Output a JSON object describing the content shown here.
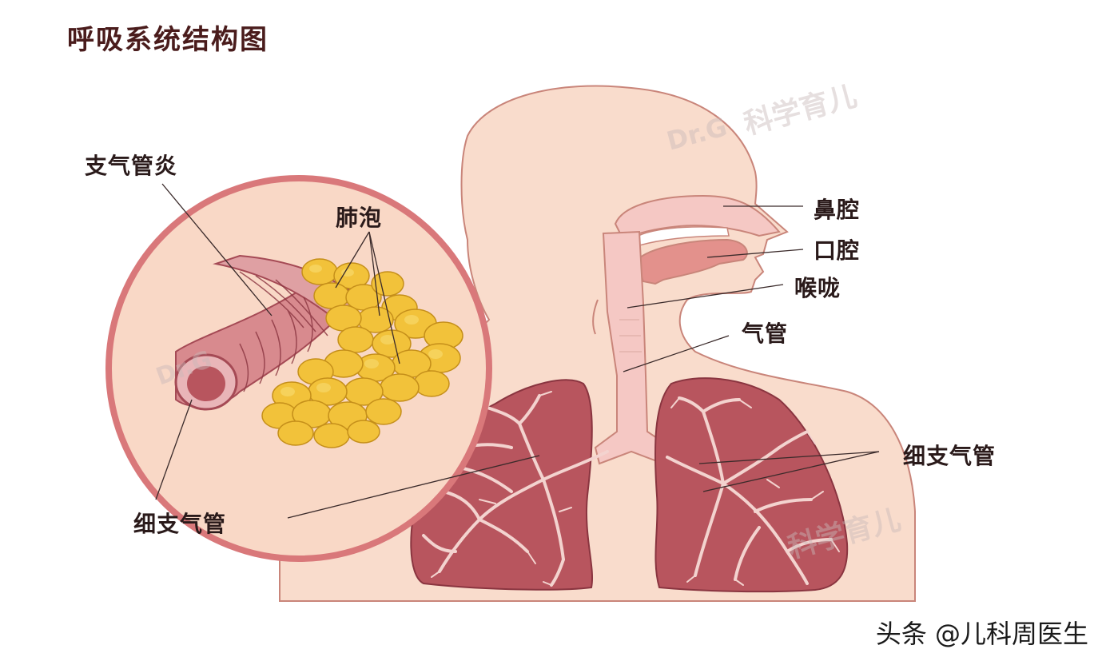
{
  "title": "呼吸系统结构图",
  "labels": {
    "bronchitis": "支气管炎",
    "alveoli": "肺泡",
    "bronchiole_left": "细支气管",
    "nasal_cavity": "鼻腔",
    "oral_cavity": "口腔",
    "throat": "喉咙",
    "trachea": "气管",
    "bronchiole_right": "细支气管"
  },
  "watermark": {
    "brand": "Dr.G",
    "text": "科学育儿"
  },
  "credit": "头条 @儿科周医生",
  "colors": {
    "skin": "#f9dccc",
    "skin_outline": "#c9857a",
    "lung": "#b8555e",
    "lung_outline": "#8a3540",
    "airway": "#f5c8c4",
    "alveoli": "#f2c23a",
    "inset_border": "#d9787a"
  }
}
